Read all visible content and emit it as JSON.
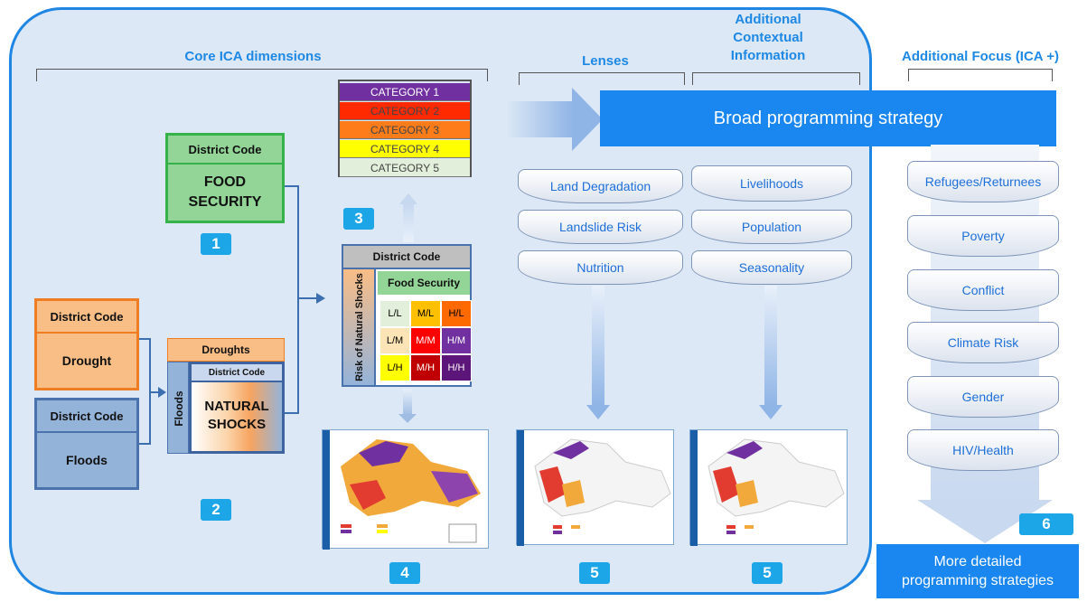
{
  "headers": {
    "core": "Core ICA dimensions",
    "lenses": "Lenses",
    "additional_context_1": "Additional",
    "additional_context_2": "Contextual",
    "additional_context_3": "Information",
    "additional_focus": "Additional Focus (ICA +)"
  },
  "boxes": {
    "district_code": "District Code",
    "food_security": "FOOD SECURITY",
    "drought": "Drought",
    "floods": "Floods",
    "droughts_label": "Droughts",
    "floods_label": "Floods",
    "natural_shocks": "NATURAL SHOCKS"
  },
  "categories": [
    "CATEGORY 1",
    "CATEGORY 2",
    "CATEGORY 3",
    "CATEGORY 4",
    "CATEGORY 5"
  ],
  "category_colors": [
    "#7030a0",
    "#ff2a00",
    "#ff7c1a",
    "#ffff00",
    "#e2efda"
  ],
  "matrix": {
    "title": "District Code",
    "food_security": "Food Security",
    "risk_label": "Risk of Natural Shocks",
    "cells": [
      {
        "label": "L/L",
        "color": "#e2efda",
        "text": "#000"
      },
      {
        "label": "M/L",
        "color": "#ffc000",
        "text": "#000"
      },
      {
        "label": "H/L",
        "color": "#ff6a00",
        "text": "#000"
      },
      {
        "label": "L/M",
        "color": "#fce4b6",
        "text": "#000"
      },
      {
        "label": "M/M",
        "color": "#ff0000",
        "text": "#fff"
      },
      {
        "label": "H/M",
        "color": "#7030a0",
        "text": "#fff"
      },
      {
        "label": "L/H",
        "color": "#ffff00",
        "text": "#000"
      },
      {
        "label": "M/H",
        "color": "#c00000",
        "text": "#fff"
      },
      {
        "label": "H/H",
        "color": "#5c1578",
        "text": "#fff"
      }
    ]
  },
  "broad_strategy": "Broad programming strategy",
  "lenses": [
    "Land Degradation",
    "Landslide Risk",
    "Nutrition"
  ],
  "context": [
    "Livelihoods",
    "Population",
    "Seasonality"
  ],
  "focus": [
    "Refugees/Returnees",
    "Poverty",
    "Conflict",
    "Climate Risk",
    "Gender",
    "HIV/Health"
  ],
  "detailed_1": "More detailed",
  "detailed_2": "programming strategies",
  "numbers": [
    "1",
    "2",
    "3",
    "4",
    "5",
    "5",
    "6"
  ]
}
